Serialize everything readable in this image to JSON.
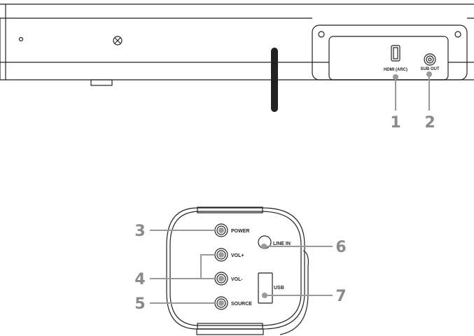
{
  "rear_panel": {
    "ports": [
      {
        "number": "1",
        "label": "HDMI (ARC)"
      },
      {
        "number": "2",
        "label": "SUB OUT"
      }
    ]
  },
  "side_panel": {
    "controls": [
      {
        "number": "3",
        "label": "POWER"
      },
      {
        "number": "4",
        "labels": [
          "VOL+",
          "VOL-"
        ]
      },
      {
        "number": "5",
        "label": "SOURCE"
      },
      {
        "number": "6",
        "label": "LINE IN"
      },
      {
        "number": "7",
        "label": "USB"
      }
    ]
  },
  "colors": {
    "line": "#222222",
    "callout": "#999999",
    "antenna": "#222222"
  }
}
